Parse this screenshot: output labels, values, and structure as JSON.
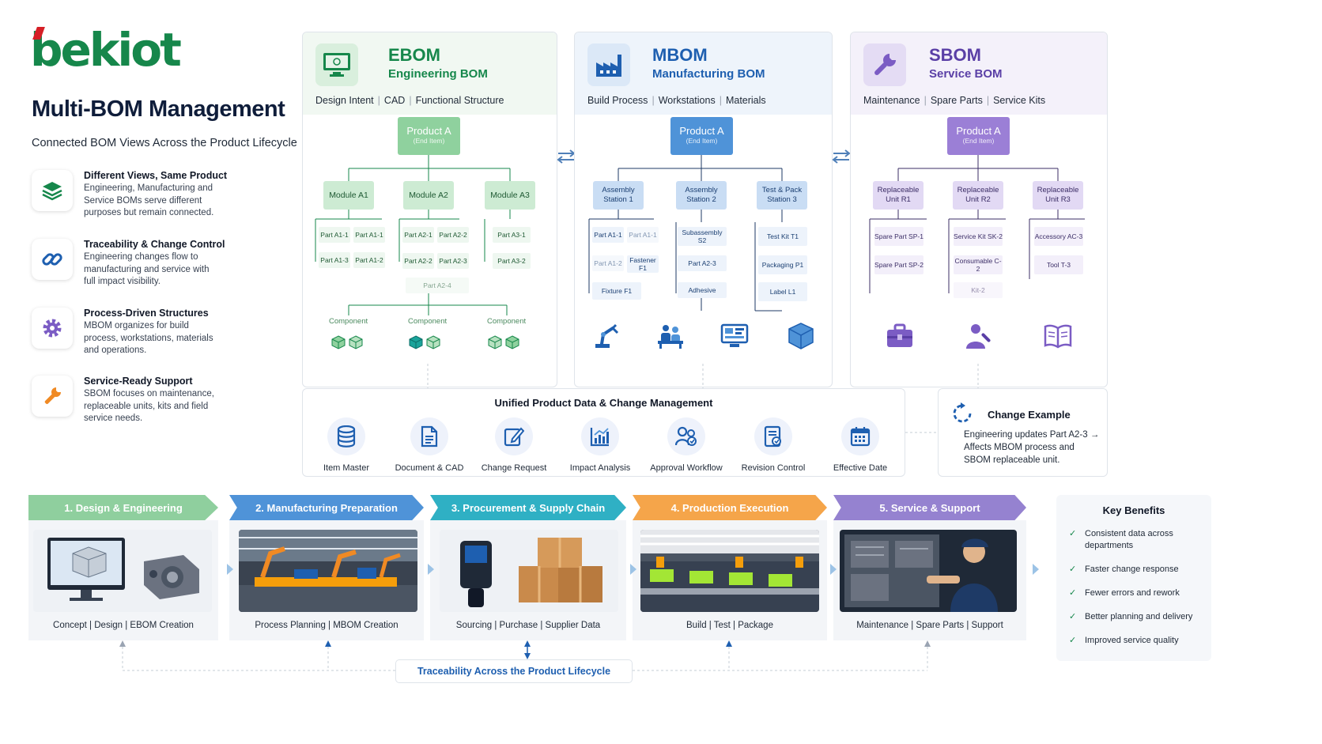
{
  "brand": {
    "logo_text": "bekiot",
    "title": "Multi-BOM Management",
    "subtitle": "Connected BOM Views Across the Product Lifecycle"
  },
  "features": [
    {
      "title": "Different Views, Same Product",
      "desc": "Engineering, Manufacturing and Service BOMs serve different purposes but remain connected.",
      "icon": "layers-icon",
      "color": "#16874b"
    },
    {
      "title": "Traceability & Change Control",
      "desc": "Engineering changes flow to manufacturing and service with full impact visibility.",
      "icon": "link-icon",
      "color": "#1e5fb0"
    },
    {
      "title": "Process-Driven Structures",
      "desc": "MBOM organizes for build process, workstations, materials and operations.",
      "icon": "gear-icon",
      "color": "#7b5cc4"
    },
    {
      "title": "Service-Ready Support",
      "desc": "SBOM focuses on maintenance, replaceable units, kits and field service needs.",
      "icon": "wrench-icon",
      "color": "#f08a24"
    }
  ],
  "ebom": {
    "title": "EBOM",
    "subtitle": "Engineering BOM",
    "tags": [
      "Design Intent",
      "CAD",
      "Functional Structure"
    ],
    "root": {
      "label": "Product A",
      "sub": "(End Item)"
    },
    "modules": [
      "Module A1",
      "Module A2",
      "Module A3"
    ],
    "parts": [
      "Part A1-1",
      "Part A1-1",
      "Part A1-3",
      "Part A1-2",
      "Part A2-1",
      "Part A2-2",
      "Part A2-2",
      "Part A2-3",
      "Part A3-1",
      "Part A3-2"
    ],
    "extra": "Part A2-4",
    "component_label": "Component",
    "color": "#16874b",
    "light": "#cdebd3"
  },
  "mbom": {
    "title": "MBOM",
    "subtitle": "Manufacturing BOM",
    "tags": [
      "Build Process",
      "Workstations",
      "Materials"
    ],
    "root": {
      "label": "Product A",
      "sub": "(End Item)"
    },
    "stations": [
      "Assembly Station 1",
      "Assembly Station 2",
      "Test & Pack Station 3"
    ],
    "items": [
      "Part A1-1",
      "Part A1-1",
      "Part A1-2",
      "Fastener F1",
      "Fixture F1",
      "Subassembly S2",
      "Part A2-3",
      "Adhesive",
      "Test Kit T1",
      "Packaging P1",
      "Label L1"
    ],
    "color": "#1e5fb0",
    "light": "#c9ddf4"
  },
  "sbom": {
    "title": "SBOM",
    "subtitle": "Service BOM",
    "tags": [
      "Maintenance",
      "Spare Parts",
      "Service Kits"
    ],
    "root": {
      "label": "Product A",
      "sub": "(End Item)"
    },
    "units": [
      "Replaceable Unit R1",
      "Replaceable Unit R2",
      "Replaceable Unit R3"
    ],
    "items": [
      "Spare Part SP-1",
      "Spare Part SP-2",
      "Service Kit SK-2",
      "Consumable C-2",
      "Kit-2",
      "Accessory AC-3",
      "Tool T-3"
    ],
    "color": "#7b5cc4",
    "light": "#e2d9f4"
  },
  "unified": {
    "title": "Unified Product Data & Change Management",
    "items": [
      {
        "label": "Item Master",
        "icon": "database-icon"
      },
      {
        "label": "Document & CAD",
        "icon": "document-icon"
      },
      {
        "label": "Change Request",
        "icon": "edit-icon"
      },
      {
        "label": "Impact Analysis",
        "icon": "chart-icon"
      },
      {
        "label": "Approval Workflow",
        "icon": "users-icon"
      },
      {
        "label": "Revision Control",
        "icon": "revision-icon"
      },
      {
        "label": "Effective Date",
        "icon": "calendar-icon"
      }
    ]
  },
  "change_example": {
    "title": "Change Example",
    "desc": "Engineering updates Part A2-3 → Affects MBOM process and SBOM replaceable unit."
  },
  "stages": [
    {
      "label": "1. Design & Engineering",
      "caption": "Concept | Design | EBOM Creation",
      "color": "#8fcf9e"
    },
    {
      "label": "2. Manufacturing Preparation",
      "caption": "Process Planning | MBOM Creation",
      "color": "#4f93d8"
    },
    {
      "label": "3. Procurement & Supply Chain",
      "caption": "Sourcing | Purchase | Supplier Data",
      "color": "#2fb0c4"
    },
    {
      "label": "4. Production Execution",
      "caption": "Build | Test | Package",
      "color": "#f5a54a"
    },
    {
      "label": "5. Service & Support",
      "caption": "Maintenance | Spare Parts | Support",
      "color": "#9582d0"
    }
  ],
  "traceability": "Traceability Across the Product Lifecycle",
  "benefits": {
    "title": "Key Benefits",
    "items": [
      "Consistent data across departments",
      "Faster change response",
      "Fewer errors and rework",
      "Better planning and delivery",
      "Improved service quality"
    ]
  }
}
